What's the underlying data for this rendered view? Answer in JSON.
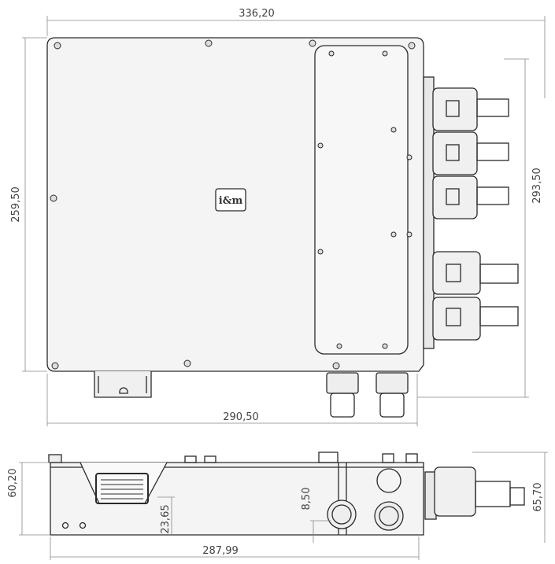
{
  "logo": {
    "text": "i&m"
  },
  "top_view": {
    "width_overall": "336,20",
    "height_left": "259,50",
    "height_right": "293,50",
    "width_bottom": "290,50"
  },
  "side_view": {
    "height_left": "60,20",
    "height_right": "65,70",
    "length_bottom": "287,99",
    "connector_offset": "23,65",
    "gland_offset": "8,50"
  },
  "colors": {
    "line": "#2a2a2a",
    "body": "#f4f4f4",
    "dim_line": "#888888",
    "dim_text": "#444444"
  }
}
